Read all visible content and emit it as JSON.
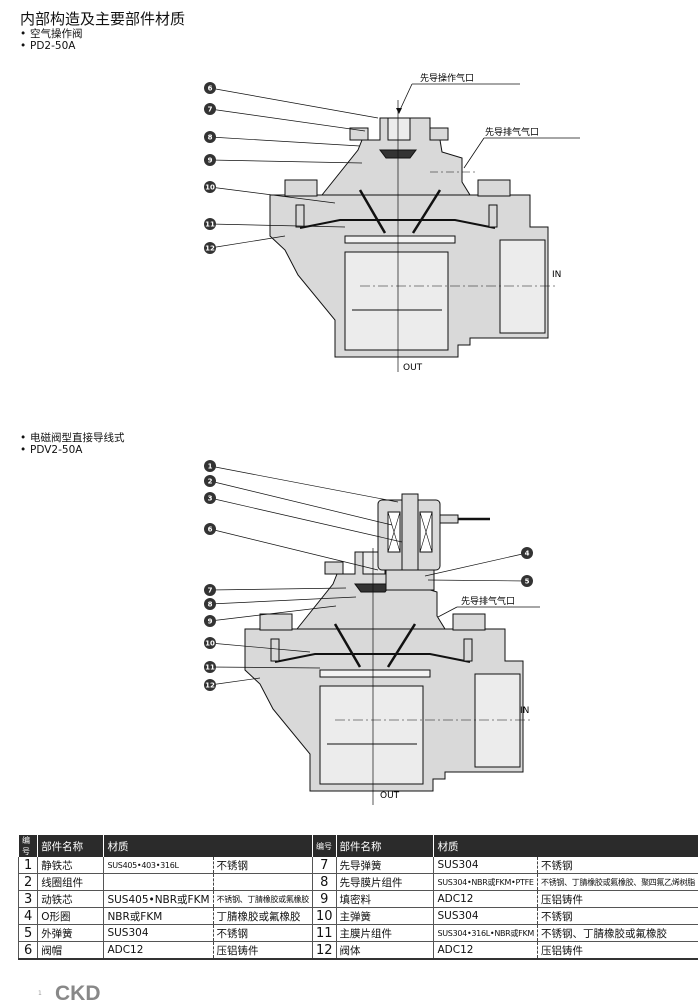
{
  "title": "内部构造及主要部件材质",
  "section1": {
    "type": "空气操作阀",
    "model": "PD2-50A",
    "labels": {
      "pilot_operate_port": "先导操作气口",
      "pilot_exhaust_port": "先导排气气口",
      "in": "IN",
      "out": "OUT"
    },
    "callouts": [
      "6",
      "7",
      "8",
      "9",
      "10",
      "11",
      "12"
    ]
  },
  "section2": {
    "type": "电磁阀型直接导线式",
    "model": "PDV2-50A",
    "labels": {
      "pilot_exhaust_port": "先导排气气口",
      "in": "IN",
      "out": "OUT"
    },
    "callouts": [
      "1",
      "2",
      "3",
      "6",
      "7",
      "8",
      "9",
      "10",
      "11",
      "12",
      "4",
      "5"
    ]
  },
  "table": {
    "headers": {
      "no": "编号",
      "name": "部件名称",
      "material": "材质"
    },
    "left": [
      {
        "no": "1",
        "name": "静铁芯",
        "mat": "SUS405•403•316L",
        "mat_cn": "不锈钢"
      },
      {
        "no": "2",
        "name": "线圈组件",
        "mat": "",
        "mat_cn": ""
      },
      {
        "no": "3",
        "name": "动铁芯",
        "mat": "SUS405•NBR或FKM",
        "mat_cn": "不锈钢、丁腈橡胶或氟橡胶"
      },
      {
        "no": "4",
        "name": "O形圈",
        "mat": "NBR或FKM",
        "mat_cn": "丁腈橡胶或氟橡胶"
      },
      {
        "no": "5",
        "name": "外弹簧",
        "mat": "SUS304",
        "mat_cn": "不锈钢"
      },
      {
        "no": "6",
        "name": "阀帽",
        "mat": "ADC12",
        "mat_cn": "压铝铸件"
      }
    ],
    "right": [
      {
        "no": "7",
        "name": "先导弹簧",
        "mat": "SUS304",
        "mat_cn": "不锈钢"
      },
      {
        "no": "8",
        "name": "先导膜片组件",
        "mat": "SUS304•NBR或FKM•PTFE",
        "mat_cn": "不锈钢、丁腈橡胶或氟橡胶、聚四氟乙烯树脂"
      },
      {
        "no": "9",
        "name": "填密料",
        "mat": "ADC12",
        "mat_cn": "压铝铸件"
      },
      {
        "no": "10",
        "name": "主弹簧",
        "mat": "SUS304",
        "mat_cn": "不锈钢"
      },
      {
        "no": "11",
        "name": "主膜片组件",
        "mat": "SUS304•316L•NBR或FKM",
        "mat_cn": "不锈钢、丁腈橡胶或氟橡胶"
      },
      {
        "no": "12",
        "name": "阀体",
        "mat": "ADC12",
        "mat_cn": "压铝铸件"
      }
    ]
  },
  "footer": {
    "logo": "CKD",
    "page": "1"
  },
  "colors": {
    "body_fill": "#d9d9d9",
    "header_bg": "#2b2b2b",
    "callout": "#333333"
  }
}
